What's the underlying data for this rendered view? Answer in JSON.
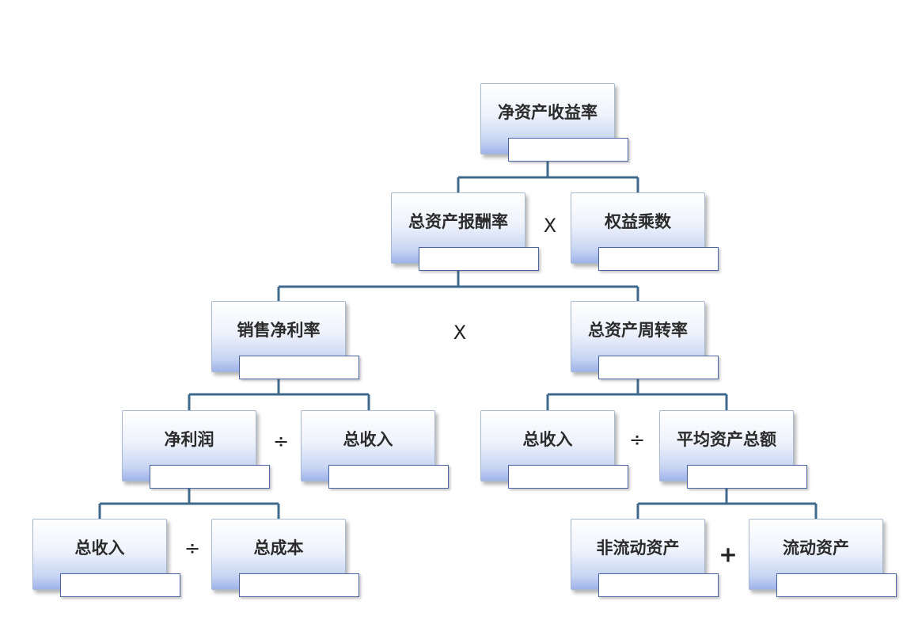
{
  "nodes": {
    "roe": {
      "label": "净资产收益率",
      "value": ""
    },
    "total_asset_return": {
      "label": "总资产报酬率",
      "value": ""
    },
    "equity_multiplier": {
      "label": "权益乘数",
      "value": ""
    },
    "net_profit_margin": {
      "label": "销售净利率",
      "value": ""
    },
    "total_asset_turnover": {
      "label": "总资产周转率",
      "value": ""
    },
    "net_profit": {
      "label": "净利润",
      "value": ""
    },
    "total_income_1": {
      "label": "总收入",
      "value": ""
    },
    "total_income_2": {
      "label": "总收入",
      "value": ""
    },
    "avg_total_assets": {
      "label": "平均资产总额",
      "value": ""
    },
    "total_income_3": {
      "label": "总收入",
      "value": ""
    },
    "total_cost": {
      "label": "总成本",
      "value": ""
    },
    "non_current_assets": {
      "label": "非流动资产",
      "value": ""
    },
    "current_assets": {
      "label": "流动资产",
      "value": ""
    }
  },
  "operators": {
    "multiply_1": "X",
    "multiply_2": "X",
    "divide_1": "÷",
    "divide_2": "÷",
    "divide_3": "÷",
    "plus": "+"
  },
  "colors": {
    "connector": "#3f6a8c",
    "value_box_border": "#4a66a6"
  }
}
